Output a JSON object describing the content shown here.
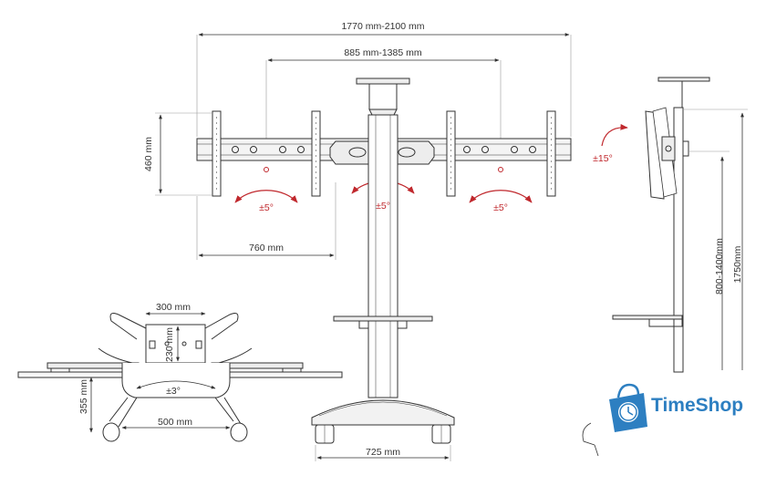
{
  "front_view": {
    "overall_width": "1770 mm-2100 mm",
    "mount_span": "885 mm-1385 mm",
    "bracket_height": "460 mm",
    "bracket_width": "760 mm",
    "tilt_left": "±5°",
    "tilt_center": "±5°",
    "tilt_right": "±5°",
    "base_width": "725 mm"
  },
  "top_view": {
    "plate_width": "300 mm",
    "plate_depth": "230 mm",
    "base_depth": "355 mm",
    "base_width": "500 mm",
    "rotation": "±3°"
  },
  "side_view": {
    "tilt": "±15°",
    "mount_height_range": "800-1400mm",
    "total_height": "1750mm"
  },
  "logo": {
    "brand": "TimeShop"
  },
  "colors": {
    "line": "#333333",
    "accent": "#c0282d",
    "brand": "#2d7fc1"
  }
}
